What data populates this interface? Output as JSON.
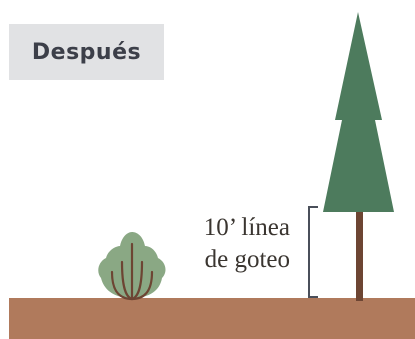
{
  "badge": {
    "label": "Después"
  },
  "drip_line": {
    "line1": "10’ línea",
    "line2": "de goteo"
  },
  "colors": {
    "ground": "#b07a5c",
    "tree_foliage": "#4d7b5d",
    "tree_trunk": "#6d4533",
    "shrub_foliage": "#8aa884",
    "shrub_stems": "#6d4533",
    "bracket": "#4a4f5a",
    "badge_background": "#e1e2e4",
    "badge_text": "#3c3f49"
  },
  "icons": {
    "tree": "conifer-tree-icon",
    "shrub": "shrub-icon"
  }
}
